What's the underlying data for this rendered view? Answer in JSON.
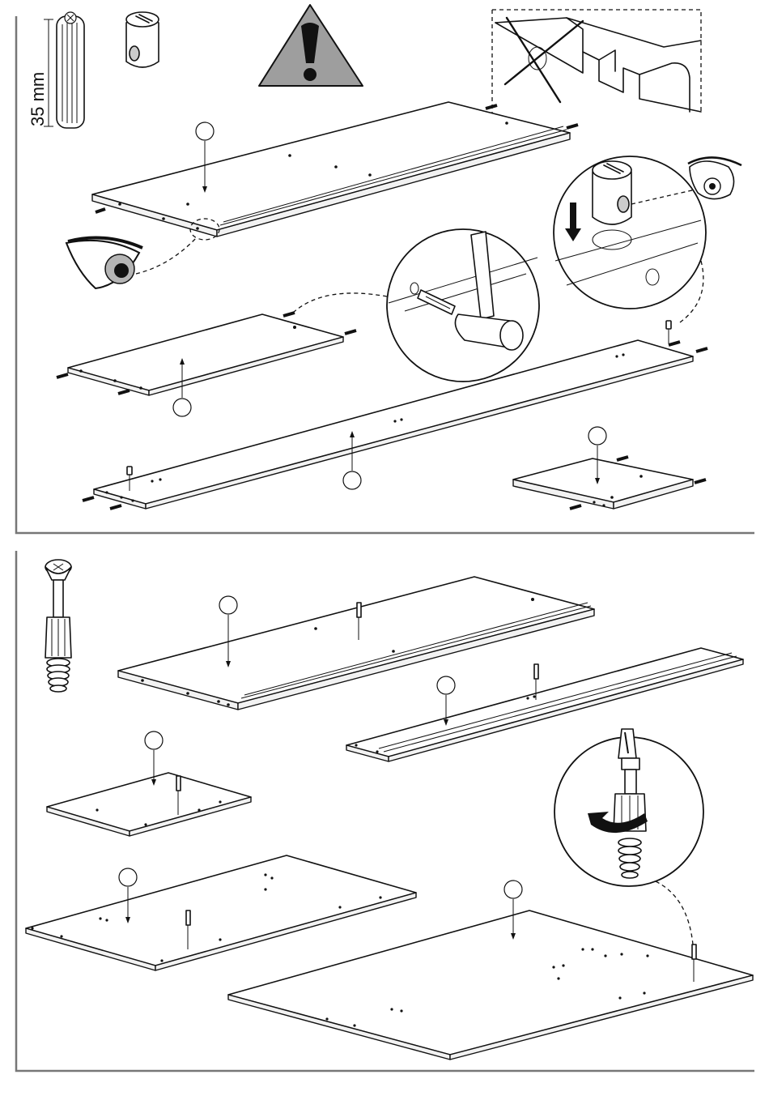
{
  "step_one": {
    "dowel_length_label": "35 mm",
    "warning_symbol": "exclamation-mark",
    "parts": [
      "dowel",
      "cam-nut",
      "cross-hole-nut"
    ]
  },
  "step_two": {
    "parts": [
      "cam-bolt"
    ],
    "action": "screw-in-clockwise"
  },
  "colors": {
    "line": "#111111",
    "frame": "#777777",
    "warning_fill": "#9e9e9e",
    "accent_grey": "#b5b5b5"
  }
}
